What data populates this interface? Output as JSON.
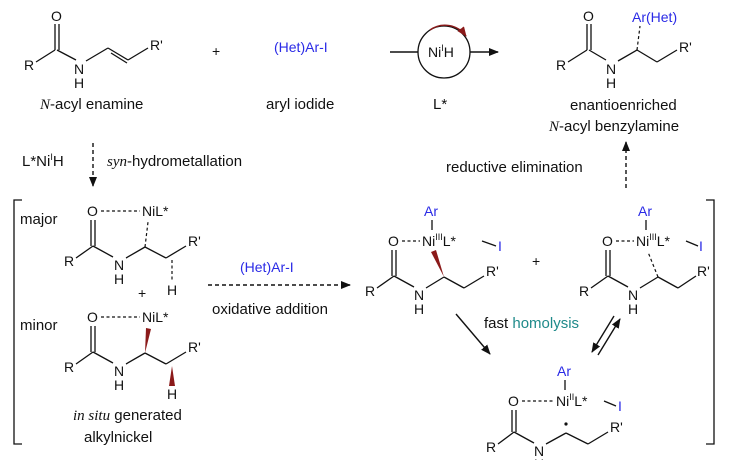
{
  "reaction": {
    "reactant1_label_n": "N",
    "reactant1_label_rest": "-acyl enamine",
    "plus": "+",
    "aryl_iodide_formula": "(Het)Ar-I",
    "aryl_iodide_label": "aryl iodide",
    "catalyst_ni": "Ni",
    "catalyst_sup": "I",
    "catalyst_h": "H",
    "ligand": "L*",
    "product_substituent": "Ar(Het)",
    "product_label_line1": "enantioenriched",
    "product_label_line2_n": "N",
    "product_label_line2_rest": "-acyl benzylamine"
  },
  "steps": {
    "hydrometallation_reagent": "L*Ni",
    "hydrometallation_reagent_sup": "I",
    "hydrometallation_reagent_h": "H",
    "hydrometallation_syn": "syn",
    "hydrometallation_rest": "-hydrometallation",
    "reductive_elimination": "reductive elimination",
    "oxidative_reagent": "(Het)Ar-I",
    "oxidative_addition": "oxidative addition",
    "homolysis_prefix": "fast ",
    "homolysis_word": "homolysis"
  },
  "intermediates": {
    "major": "major",
    "minor": "minor",
    "insitu_italic": "in situ",
    "insitu_rest": " generated",
    "alkylnickel": "alkylnickel",
    "nil_label": "NiL*",
    "niiii_ni": "Ni",
    "niiii_sup": "III",
    "niiii_l": "L*",
    "niii_sup": "II",
    "aryl": "Ar",
    "iodide": "I"
  },
  "atoms": {
    "R": "R",
    "Rp": "R'",
    "O": "O",
    "N": "N",
    "H": "H"
  },
  "colors": {
    "highlight_blue": "#2a2ae6",
    "homolysis_teal": "#1f8a8a",
    "wedge_red": "#8b1a1a"
  }
}
